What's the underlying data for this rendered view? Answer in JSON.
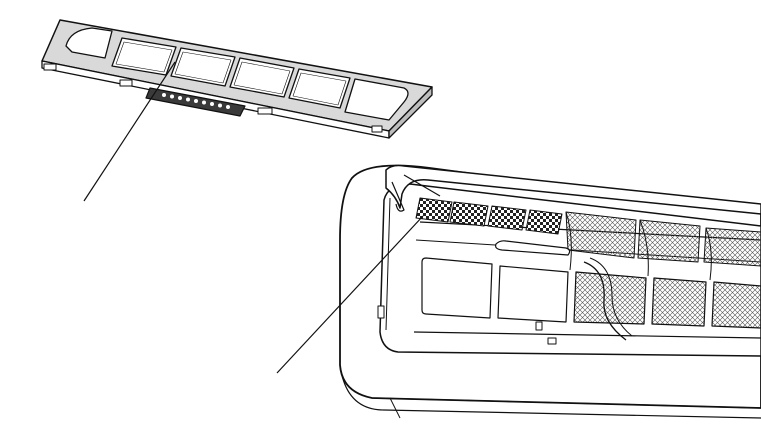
{
  "figure": {
    "kind": "line-illustration",
    "colors": {
      "background": "#ffffff",
      "line": "#111111",
      "panel_fill": "#d9d9d9",
      "mesh_fill": "#b8b8b8",
      "dark_fill": "#3a3a3a"
    },
    "parts": [
      "filter-frame",
      "air-conditioner-unit",
      "filter-leader-line",
      "unit-leader-line"
    ]
  }
}
